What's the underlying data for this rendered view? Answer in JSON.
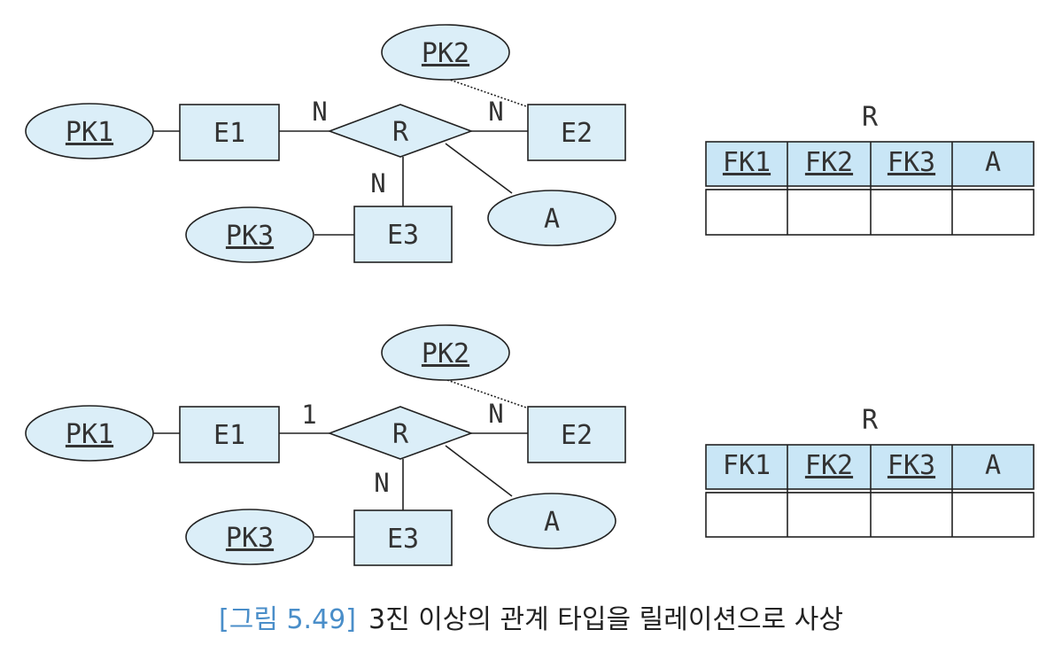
{
  "diagrams": [
    {
      "relationship": "R",
      "entities": {
        "e1": "E1",
        "e2": "E2",
        "e3": "E3"
      },
      "attributes": {
        "pk1": "PK1",
        "pk2": "PK2",
        "pk3": "PK3",
        "a": "A"
      },
      "cardinalities": {
        "e1": "N",
        "e2": "N",
        "e3": "N"
      },
      "table": {
        "name": "R",
        "columns": [
          "FK1",
          "FK2",
          "FK3",
          "A"
        ]
      }
    },
    {
      "relationship": "R",
      "entities": {
        "e1": "E1",
        "e2": "E2",
        "e3": "E3"
      },
      "attributes": {
        "pk1": "PK1",
        "pk2": "PK2",
        "pk3": "PK3",
        "a": "A"
      },
      "cardinalities": {
        "e1": "1",
        "e2": "N",
        "e3": "N"
      },
      "table": {
        "name": "R",
        "columns": [
          "FK1",
          "FK2",
          "FK3",
          "A"
        ]
      }
    }
  ],
  "caption": {
    "figure": "[그림 5.49]",
    "title": "3진 이상의 관계 타입을 릴레이션으로 사상"
  },
  "colors": {
    "fill": "#dbeef8",
    "header_fill": "#c9e6f6",
    "caption_accent": "#4a8ec9"
  }
}
